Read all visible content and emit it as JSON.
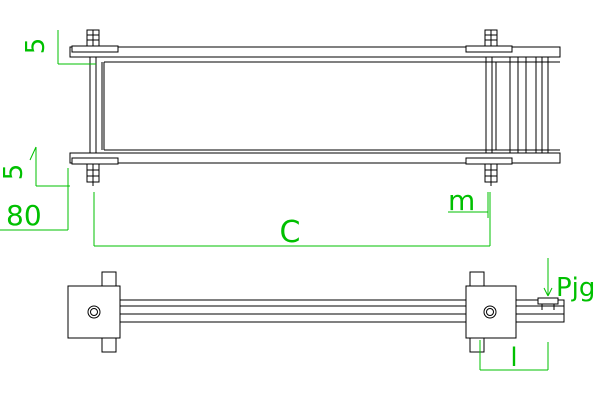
{
  "dimensions": {
    "top_offset": "5",
    "side_offset": "5",
    "height": "80",
    "span": "C",
    "small_gap": "m",
    "plate": "Pjg",
    "length": "l"
  },
  "colors": {
    "line": "#000000",
    "dimension": "#00c000",
    "background": "#ffffff"
  }
}
